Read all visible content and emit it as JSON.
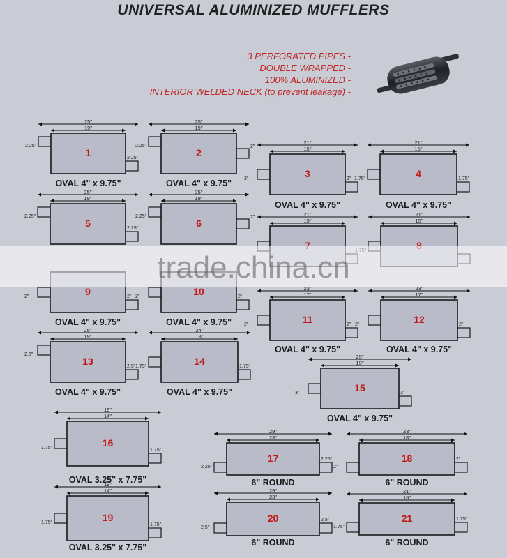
{
  "title": "UNIVERSAL ALUMINIZED MUFFLERS",
  "features": [
    "3 PERFORATED PIPES -",
    "DOUBLE WRAPPED -",
    "100% ALUMINIZED -",
    "INTERIOR WELDED NECK (to prevent leakage) -"
  ],
  "watermark": "trade.china.cn",
  "colors": {
    "label": "#c01818",
    "body": "#b9bbc9",
    "background": "#c9cbd5"
  },
  "mufflers": [
    {
      "num": "1",
      "caption": "OVAL 4\" x 9.75\"",
      "overall": "25\"",
      "body": "19\"",
      "inlet": "2.25\"",
      "outlet": "2.25\""
    },
    {
      "num": "2",
      "caption": "OVAL 4\" x 9.75\"",
      "overall": "25\"",
      "body": "19\"",
      "inlet": "2.25\"",
      "outlet": "2\""
    },
    {
      "num": "3",
      "caption": "OVAL 4\" x 9.75\"",
      "overall": "21\"",
      "body": "15\"",
      "inlet": "2\"",
      "outlet": "2\""
    },
    {
      "num": "4",
      "caption": "OVAL 4\" x 9.75\"",
      "overall": "21\"",
      "body": "15\"",
      "inlet": "1.75\"",
      "outlet": "1.75\""
    },
    {
      "num": "5",
      "caption": "",
      "overall": "25\"",
      "body": "19\"",
      "inlet": "2.25\"",
      "outlet": "2.25\""
    },
    {
      "num": "6",
      "caption": "",
      "overall": "25\"",
      "body": "19\"",
      "inlet": "2.25\"",
      "outlet": "2\""
    },
    {
      "num": "7",
      "caption": "",
      "overall": "21\"",
      "body": "15\"",
      "inlet": "",
      "outlet": ""
    },
    {
      "num": "8",
      "caption": "",
      "overall": "21\"",
      "body": "15\"",
      "inlet": "1.75\"",
      "outlet": ""
    },
    {
      "num": "9",
      "caption": "OVAL 4\" x 9.75\"",
      "overall": "",
      "body": "",
      "inlet": "2\"",
      "outlet": "2\""
    },
    {
      "num": "10",
      "caption": "OVAL 4\" x 9.75\"",
      "overall": "",
      "body": "",
      "inlet": "2\"",
      "outlet": "2\""
    },
    {
      "num": "11",
      "caption": "OVAL 4\" x 9.75\"",
      "overall": "23\"",
      "body": "17\"",
      "inlet": "2\"",
      "outlet": "2\""
    },
    {
      "num": "12",
      "caption": "OVAL 4\" x 9.75\"",
      "overall": "23\"",
      "body": "17\"",
      "inlet": "2\"",
      "outlet": "2\""
    },
    {
      "num": "13",
      "caption": "OVAL 4\" x 9.75\"",
      "overall": "25\"",
      "body": "19\"",
      "inlet": "2.5\"",
      "outlet": "2.5\""
    },
    {
      "num": "14",
      "caption": "OVAL 4\" x 9.75\"",
      "overall": "24\"",
      "body": "18\"",
      "inlet": "1.75\"",
      "outlet": "1.75\""
    },
    {
      "num": "15",
      "caption": "OVAL 4\" x 9.75\"",
      "overall": "25\"",
      "body": "19\"",
      "inlet": "3\"",
      "outlet": "3\""
    },
    {
      "num": "16",
      "caption": "OVAL 3.25\" x 7.75\"",
      "overall": "19\"",
      "body": "14\"",
      "inlet": "1.75\"",
      "outlet": "1.75\""
    },
    {
      "num": "17",
      "caption": "6\" ROUND",
      "overall": "29\"",
      "body": "23\"",
      "inlet": "2.25\"",
      "outlet": "2.25\""
    },
    {
      "num": "18",
      "caption": "6\" ROUND",
      "overall": "23\"",
      "body": "18\"",
      "inlet": "2\"",
      "outlet": "2\""
    },
    {
      "num": "19",
      "caption": "OVAL 3.25\" x 7.75\"",
      "overall": "19\"",
      "body": "14\"",
      "inlet": "1.75\"",
      "outlet": "1.75\""
    },
    {
      "num": "20",
      "caption": "6\" ROUND",
      "overall": "29\"",
      "body": "23\"",
      "inlet": "2.5\"",
      "outlet": "2.5\""
    },
    {
      "num": "21",
      "caption": "6\" ROUND",
      "overall": "21\"",
      "body": "16\"",
      "inlet": "1.75\"",
      "outlet": "1.75\""
    }
  ]
}
